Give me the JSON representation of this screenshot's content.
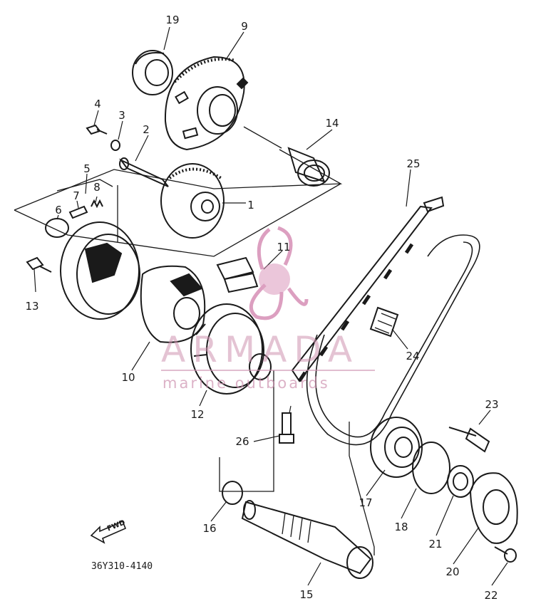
{
  "diagram": {
    "part_code": "36Y310-4140",
    "direction_arrow_label": "FWD",
    "watermark": {
      "title": "ARMADA",
      "subtitle": "marine outboards"
    },
    "callouts": [
      "1",
      "2",
      "3",
      "4",
      "5",
      "6",
      "7",
      "8",
      "9",
      "10",
      "11",
      "12",
      "13",
      "14",
      "15",
      "16",
      "17",
      "18",
      "19",
      "20",
      "21",
      "22",
      "23",
      "24",
      "25",
      "26"
    ]
  },
  "colors": {
    "ink": "#1a1a1a",
    "watermark": "#d78fb6"
  }
}
